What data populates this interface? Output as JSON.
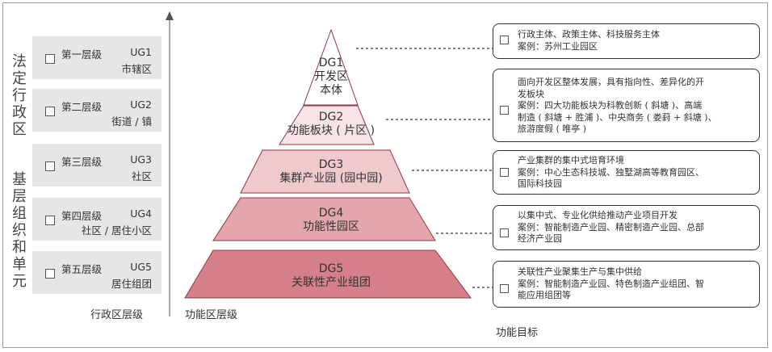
{
  "left_titles": {
    "legal": "法定行政区",
    "grassroots": "基层组织和单元"
  },
  "ug_levels": [
    {
      "level": "第一层级",
      "code": "UG1",
      "area": "市辖区"
    },
    {
      "level": "第二层级",
      "code": "UG2",
      "area": "街道 / 镇"
    },
    {
      "level": "第三层级",
      "code": "UG3",
      "area": "社区"
    },
    {
      "level": "第四层级",
      "code": "UG4",
      "area": "社区 / 居住小区"
    },
    {
      "level": "第五层级",
      "code": "UG5",
      "area": "居住组团"
    }
  ],
  "axis_labels": {
    "admin": "行政区层级",
    "functional": "功能区层级",
    "goals": "功能目标"
  },
  "pyramid": [
    {
      "code": "DG1",
      "name": "开发区",
      "sub": "本体",
      "color": "#ffffff"
    },
    {
      "code": "DG2",
      "name": "功能板块 ( 片区 )",
      "color": "#f7e3e5"
    },
    {
      "code": "DG3",
      "name": "集群产业园 (园中园)",
      "color": "#efc9cd"
    },
    {
      "code": "DG4",
      "name": "功能性园区",
      "color": "#e3a6ad"
    },
    {
      "code": "DG5",
      "name": "关联性产业组团",
      "color": "#d5808a"
    }
  ],
  "goals": [
    {
      "lines": [
        "行政主体、政策主体、科技服务主体",
        "案例：苏州工业园区"
      ]
    },
    {
      "lines": [
        "面向开发区整体发展，具有指向性、差异化的开",
        "发板块",
        "案例：四大功能板块为科教创新 ( 斜塘 )、高端",
        "制造 ( 斜塘 + 胜浦 )、中央商务 ( 娄葑 + 斜塘 )、",
        "旅游度假 ( 唯亭 )"
      ]
    },
    {
      "lines": [
        "产业集群的集中式培育环境",
        "案例：中心生态科技城、独墅湖高等教育园区、",
        "国际科技园"
      ]
    },
    {
      "lines": [
        "以集中式、专业化供给推动产业项目开发",
        "案例：智能制造产业园、精密制造产业园、总部",
        "经济产业园"
      ]
    },
    {
      "lines": [
        "关联性产业聚集生产与集中供给",
        "案例：智能制造产业园、特色制造产业组团、智",
        "能应用组团等"
      ]
    }
  ]
}
